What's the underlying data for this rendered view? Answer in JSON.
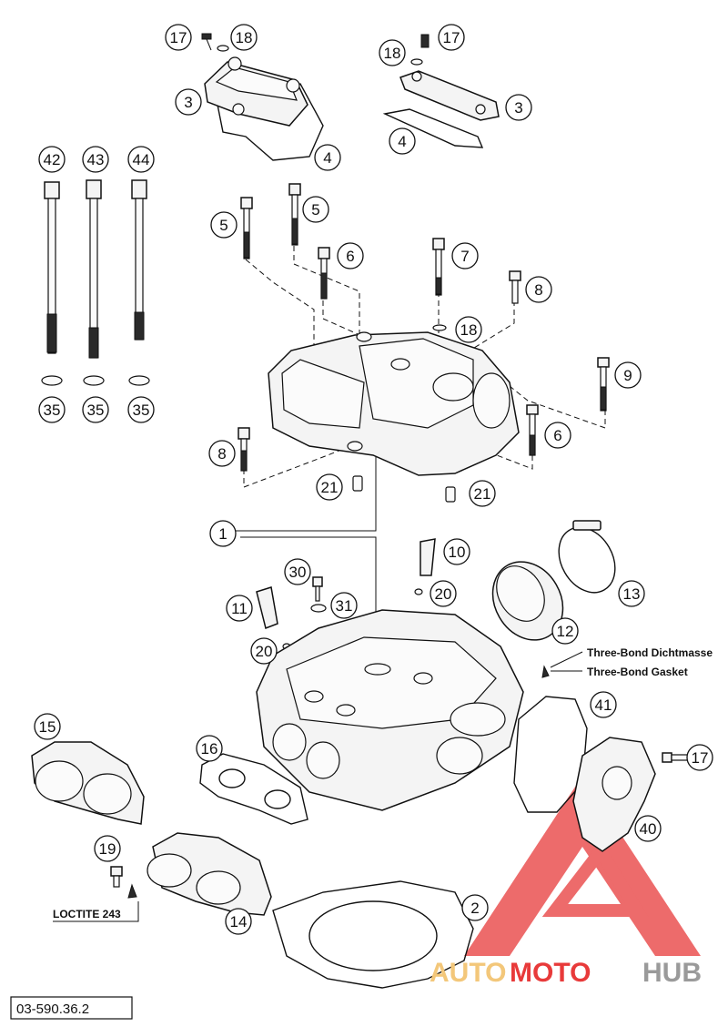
{
  "diagram": {
    "callouts": [
      {
        "id": "c17a",
        "label": "17"
      },
      {
        "id": "c18a",
        "label": "18"
      },
      {
        "id": "c3a",
        "label": "3"
      },
      {
        "id": "c4a",
        "label": "4"
      },
      {
        "id": "c18b",
        "label": "18"
      },
      {
        "id": "c17b",
        "label": "17"
      },
      {
        "id": "c3b",
        "label": "3"
      },
      {
        "id": "c4b",
        "label": "4"
      },
      {
        "id": "c42",
        "label": "42"
      },
      {
        "id": "c43",
        "label": "43"
      },
      {
        "id": "c44",
        "label": "44"
      },
      {
        "id": "c35a",
        "label": "35"
      },
      {
        "id": "c35b",
        "label": "35"
      },
      {
        "id": "c35c",
        "label": "35"
      },
      {
        "id": "c5a",
        "label": "5"
      },
      {
        "id": "c5b",
        "label": "5"
      },
      {
        "id": "c6a",
        "label": "6"
      },
      {
        "id": "c7",
        "label": "7"
      },
      {
        "id": "c8a",
        "label": "8"
      },
      {
        "id": "c18c",
        "label": "18"
      },
      {
        "id": "c9",
        "label": "9"
      },
      {
        "id": "c6b",
        "label": "6"
      },
      {
        "id": "c8b",
        "label": "8"
      },
      {
        "id": "c21a",
        "label": "21"
      },
      {
        "id": "c21b",
        "label": "21"
      },
      {
        "id": "c1",
        "label": "1"
      },
      {
        "id": "c10",
        "label": "10"
      },
      {
        "id": "c30",
        "label": "30"
      },
      {
        "id": "c20a",
        "label": "20"
      },
      {
        "id": "c31",
        "label": "31"
      },
      {
        "id": "c11",
        "label": "11"
      },
      {
        "id": "c13",
        "label": "13"
      },
      {
        "id": "c12",
        "label": "12"
      },
      {
        "id": "c20b",
        "label": "20"
      },
      {
        "id": "c41",
        "label": "41"
      },
      {
        "id": "c15",
        "label": "15"
      },
      {
        "id": "c16",
        "label": "16"
      },
      {
        "id": "c17c",
        "label": "17"
      },
      {
        "id": "c40",
        "label": "40"
      },
      {
        "id": "c19",
        "label": "19"
      },
      {
        "id": "c2",
        "label": "2"
      },
      {
        "id": "c14",
        "label": "14"
      }
    ],
    "notes": {
      "sealant_de": "Three-Bond Dichtmasse",
      "sealant_en": "Three-Bond Gasket",
      "loctite": "LOCTITE 243"
    },
    "part_code": "03-590.36.2"
  },
  "watermark": {
    "text_auto": "AUTO",
    "text_moto": "MOTO",
    "text_hub": "HUB",
    "color_logo": "#e83a3a",
    "color_auto": "#f3c77a",
    "color_hub": "#9a9a9a"
  }
}
